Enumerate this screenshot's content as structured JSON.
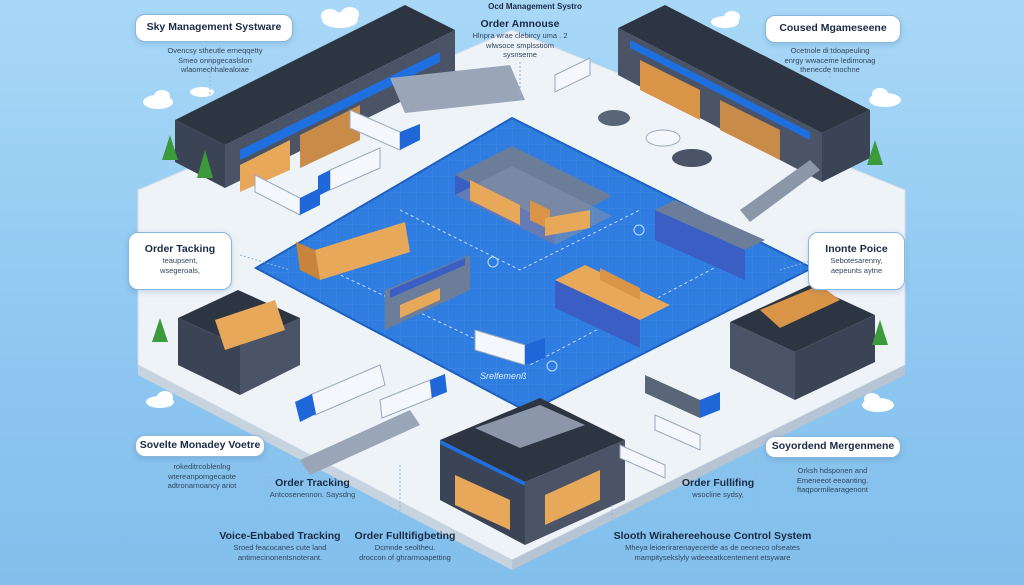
{
  "callouts": {
    "sky": {
      "title": "Sky Management Systware",
      "lines": [
        "Ovencsy stheutle erneqqetty",
        "Smeo onnpgecaslslon",
        "wlaomechhalealoiae"
      ]
    },
    "top_partial": {
      "title": "Ocd Management Systro"
    },
    "order_announce": {
      "title": "Order Amnouse",
      "lines": [
        "Hlnpra wrae clebircy uma . 2",
        "wlwsoce smplsstiom",
        "sysnseme"
      ]
    },
    "coused": {
      "title": "Coused Mgameseene",
      "lines": [
        "Ocetnole di tdoapeuling",
        "enrgy wwaceme ledimonag",
        "thenecde tnochne"
      ]
    },
    "order_tracking_left": {
      "title": "Order Tacking",
      "lines": [
        "teaupsent,",
        "wsegeroals,"
      ]
    },
    "inonte_poice": {
      "title": "Inonte Poice",
      "lines": [
        "Sebotesarenny,",
        "aepeunts aytne"
      ]
    },
    "sovelte": {
      "title": "Sovelte Monadey Voetre",
      "lines": [
        "rokeditrcoblenlng",
        "wtereanpomgecaote",
        "adtronarnoancy ariot"
      ]
    },
    "order_tracking_mid": {
      "title": "Order Tracking",
      "lines": [
        "Antcosenennon. Saysdng"
      ]
    },
    "order_fulfilling": {
      "title": "Order Fullifing",
      "lines": [
        "wsocline sydsy,"
      ]
    },
    "soyordend": {
      "title": "Soyordend Mergenmene",
      "lines": [
        "Orksh hdsponen and",
        "Emeneeot eeoanting.",
        "ftaqpormilearagenont"
      ]
    },
    "voice_enabled": {
      "title": "Voice-Enbabed Tracking",
      "lines": [
        "Sroed feacocanes cute land",
        "antimecinonentsnoterant."
      ]
    },
    "order_full_bottom": {
      "title": "Order Fulltifigbeting",
      "lines": [
        "Dcmnde seoltheu.",
        "droccon of ghrarmoapetting"
      ]
    },
    "slooth": {
      "title": "Slooth Wirahereehouse Control System",
      "lines": [
        "Mheya leioerirarenayecerde as de oeoneco ofseates",
        "mampitysekslyly wdeeeatkcentement etsyware"
      ]
    }
  },
  "floor_label": "Srelfemenß",
  "colors": {
    "sky": "#8fc8f1",
    "floor_blue": "#2f7de0",
    "building": "#3b4454",
    "crate": "#e8a85a",
    "truck_blue": "#1f67d9"
  }
}
